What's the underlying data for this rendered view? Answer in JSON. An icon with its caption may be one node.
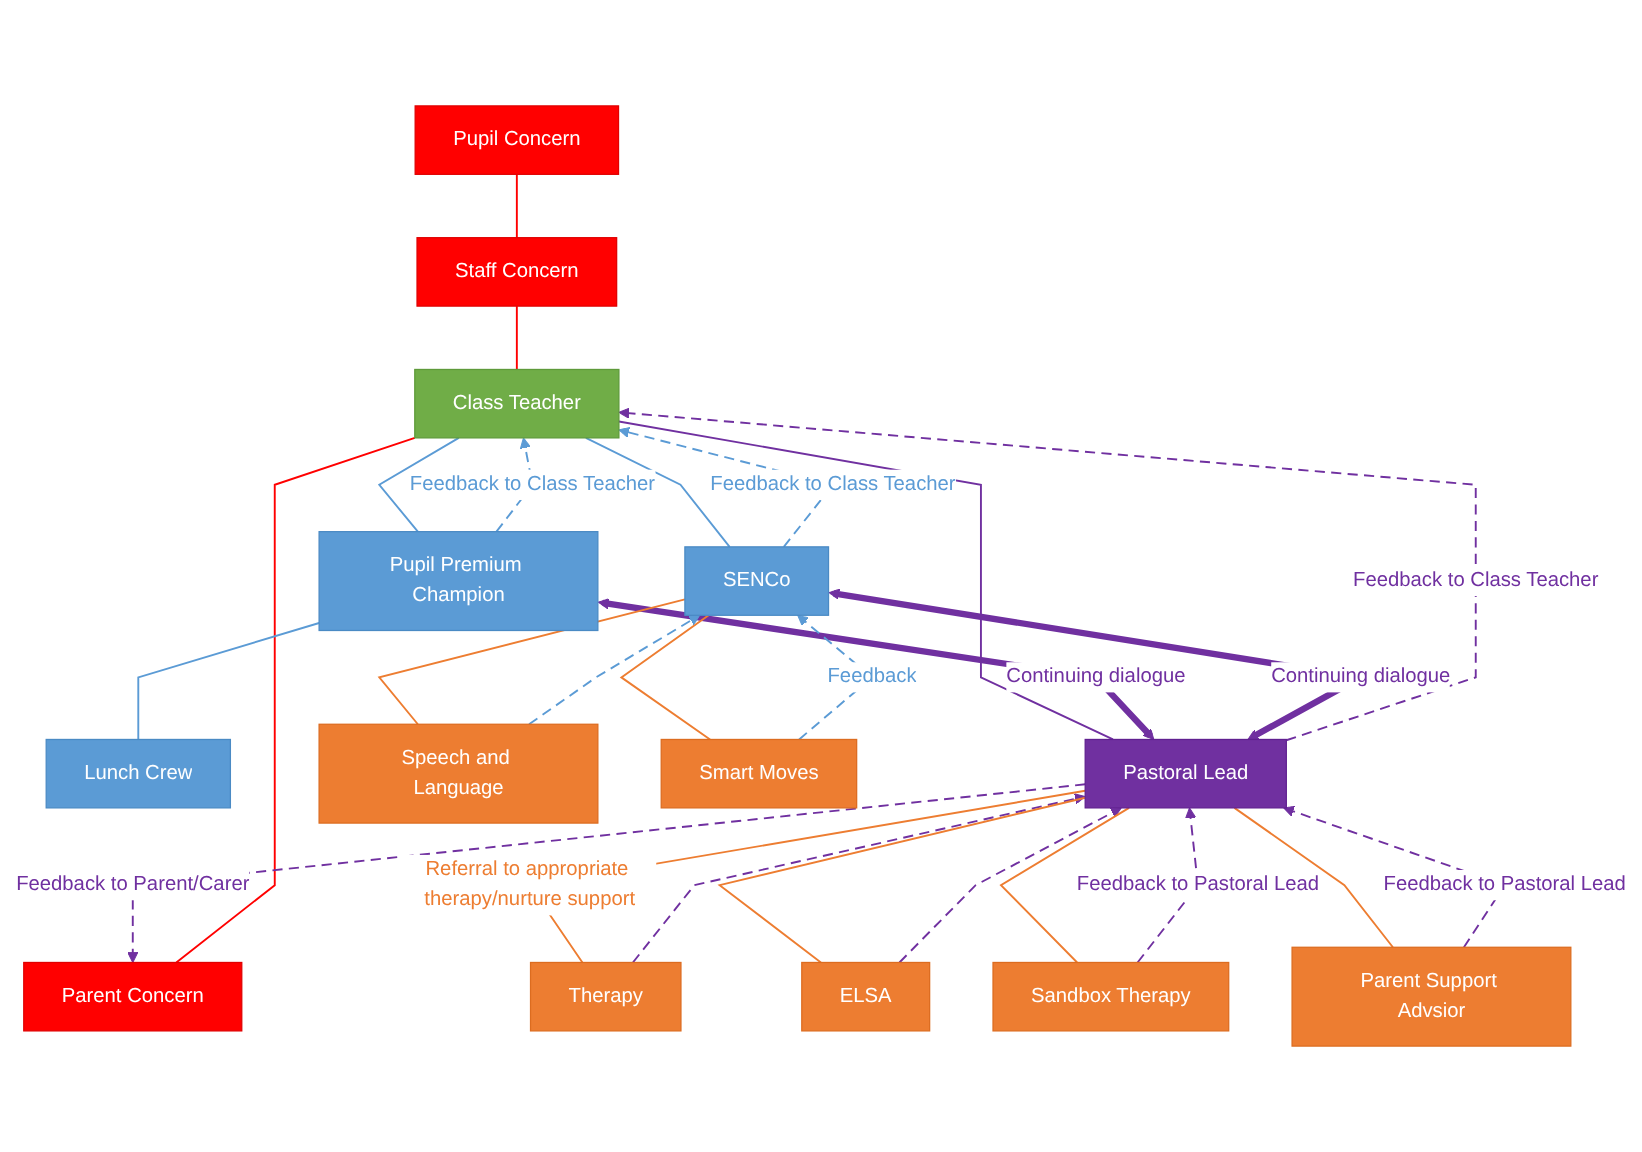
{
  "diagram": {
    "nodes": [
      {
        "text": [
          "Pupil Concern"
        ]
      },
      {
        "text": [
          "Staff Concern"
        ]
      },
      {
        "text": [
          "Parent Concern"
        ]
      },
      {
        "text": [
          "Class Teacher"
        ]
      },
      {
        "text": [
          "Pupil Premium Champion"
        ]
      },
      {
        "text": [
          "SENCo"
        ]
      },
      {
        "text": [
          "Lunch Crew"
        ]
      },
      {
        "text": [
          "Pastoral Lead"
        ]
      },
      {
        "text": [
          "Speech and Language"
        ]
      },
      {
        "text": [
          "Therapy"
        ]
      },
      {
        "text": [
          "ELSA"
        ]
      },
      {
        "text": [
          "Smart Moves"
        ]
      },
      {
        "text": [
          "Sandbox Therapy"
        ]
      },
      {
        "text": [
          "Parent Support Advsior"
        ]
      }
    ],
    "edges": [
      {
        "from": 0,
        "to": 1,
        "arrow": "none",
        "color": "#ff0000"
      },
      {
        "from": 1,
        "to": 3,
        "arrow": "none",
        "color": "#ff0000"
      },
      {
        "from": 2,
        "to": 3,
        "arrow": "none",
        "color": "#ff0000"
      },
      {
        "from": 4,
        "to": 3,
        "arrow": "to",
        "label": "Feedback to Class Teacher",
        "style": "dashed",
        "color": "#5b9bd5"
      },
      {
        "from": 5,
        "to": 3,
        "arrow": "to",
        "label": "Feedback to Class Teacher",
        "style": "dashed",
        "color": "#5b9bd5"
      },
      {
        "from": 3,
        "to": 4,
        "arrow": "none",
        "color": "#5b9bd5"
      },
      {
        "from": 3,
        "to": 5,
        "arrow": "none",
        "color": "#5b9bd5"
      },
      {
        "from": 3,
        "to": 7,
        "arrow": "none"
      },
      {
        "from": 7,
        "to": 3,
        "arrow": "to",
        "label": "Feedback to Class Teacher",
        "style": "dashed"
      },
      {
        "from": 7,
        "to": 2,
        "arrow": "to",
        "label": "Feedback to Parent/Carer",
        "style": "dashed"
      },
      {
        "from": 4,
        "to": 7,
        "arrow": "both",
        "label": "Continuing dialogue",
        "style": "thick"
      },
      {
        "from": 5,
        "to": 7,
        "arrow": "both",
        "label": "Continuing dialogue",
        "style": "thick"
      },
      {
        "from": 4,
        "to": 6,
        "arrow": "none",
        "color": "#5b9bd5"
      },
      {
        "from": 12,
        "to": 7,
        "arrow": "to",
        "label": "Feedback to Pastoral Lead",
        "style": "dashed"
      },
      {
        "from": 9,
        "to": 7,
        "arrow": "to",
        "style": "dashed"
      },
      {
        "from": 10,
        "to": 7,
        "arrow": "to",
        "style": "dashed"
      },
      {
        "from": 13,
        "to": 7,
        "arrow": "to",
        "label": "Feedback to Pastoral Lead",
        "style": "dashed"
      },
      {
        "from": 7,
        "to": 9,
        "arrow": "none",
        "label": "Referral to appropriate therapy/nurture support",
        "color": "#ed7d31"
      },
      {
        "from": 7,
        "to": 10,
        "arrow": "none",
        "color": "#ed7d31"
      },
      {
        "from": 7,
        "to": 12,
        "arrow": "none",
        "color": "#ed7d31"
      },
      {
        "from": 7,
        "to": 13,
        "arrow": "none",
        "color": "#ed7d31"
      },
      {
        "from": 5,
        "to": 8,
        "arrow": "none",
        "color": "#ed7d31"
      },
      {
        "from": 5,
        "to": 11,
        "arrow": "none",
        "color": "#ed7d31"
      },
      {
        "from": 8,
        "to": 5,
        "arrow": "to",
        "style": "dashed",
        "color": "#5b9bd5"
      },
      {
        "from": 11,
        "to": 5,
        "arrow": "to",
        "label": "Feedback",
        "style": "dashed",
        "color": "#5b9bd5"
      }
    ]
  }
}
